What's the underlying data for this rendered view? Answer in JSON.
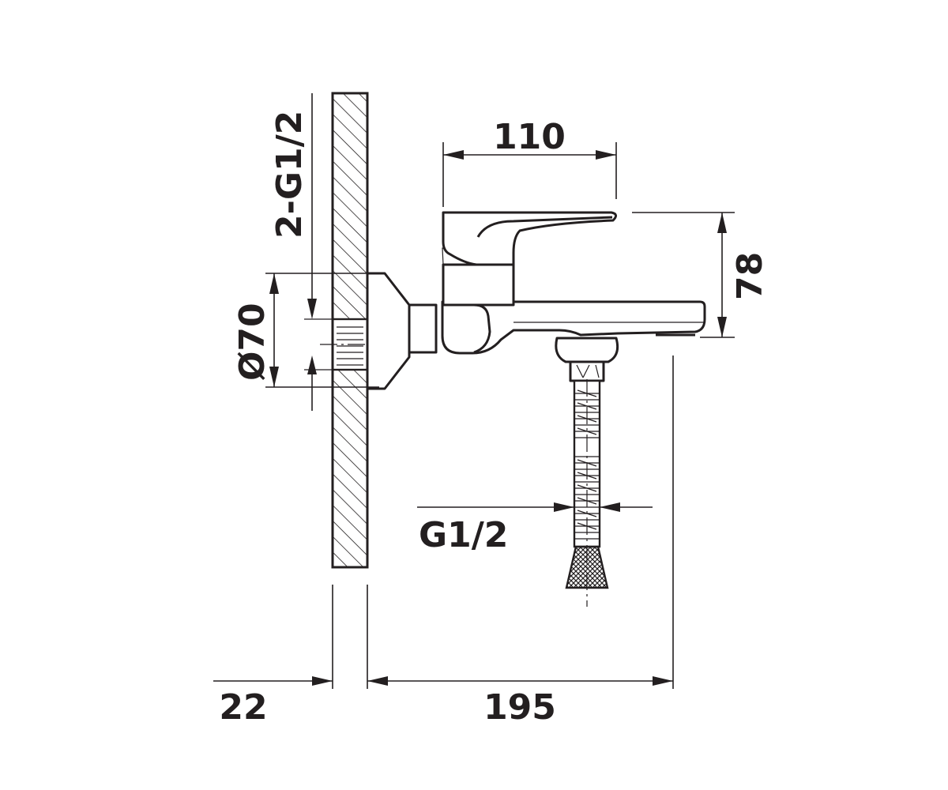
{
  "dimensions": {
    "inlet_thread": "2-G1/2",
    "flange_diameter": "Ø70",
    "spout_length": "110",
    "height": "78",
    "hose_thread": "G1/2",
    "wall_offset": "22",
    "projection": "195"
  },
  "colors": {
    "line": "#231f20",
    "background": "#ffffff"
  }
}
